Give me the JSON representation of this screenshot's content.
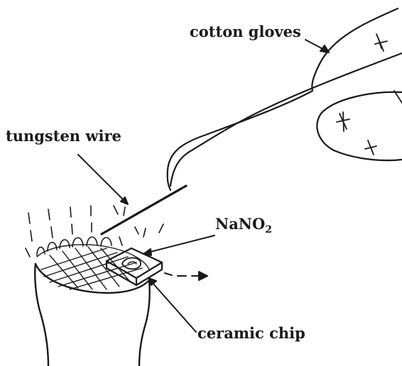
{
  "labels": {
    "cotton_gloves": "cotton gloves",
    "tungsten_wire": "tungsten wire",
    "nano2_main": "NaNO",
    "nano2_sub": "2",
    "ceramic_chip": "ceramic chip"
  },
  "colors": {
    "ink": "#1a1a1a",
    "background": "#ffffff"
  }
}
